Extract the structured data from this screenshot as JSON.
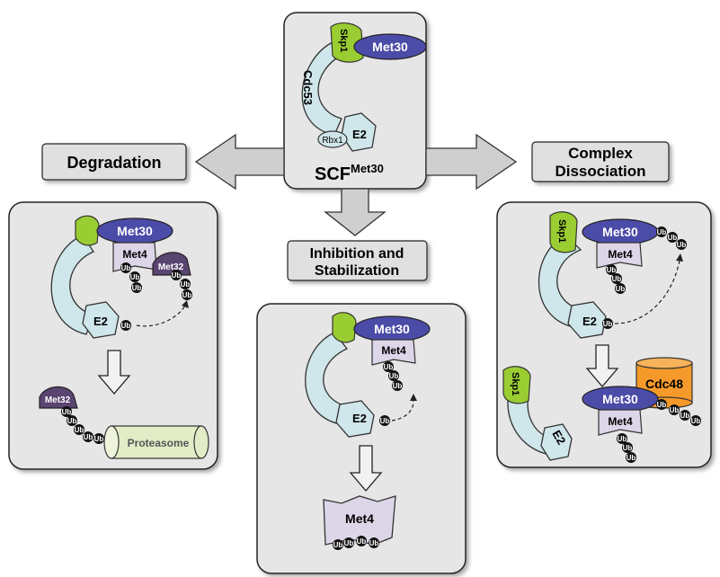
{
  "labels": {
    "degradation": "Degradation",
    "inhibition_line1": "Inhibition and",
    "inhibition_line2": "Stabilization",
    "complex_line1": "Complex",
    "complex_line2": "Dissociation",
    "scf_main": "SCF",
    "scf_sup": "Met30"
  },
  "proteins": {
    "skp1": "Skp1",
    "met30": "Met30",
    "cdc53": "Cdc53",
    "rbx1": "Rbx1",
    "e2": "E2",
    "met4": "Met4",
    "met32": "Met32",
    "proteasome": "Proteasome",
    "cdc48": "Cdc48",
    "ub": "Ub"
  },
  "colors": {
    "panel_fill": "#e6e6e6",
    "arrow_fill": "#cfcfcf",
    "met30": "#4b4ba8",
    "skp1": "#9acd32",
    "cullin": "#cfe6ea",
    "met4": "#ddd5e8",
    "met32": "#5a4470",
    "proteasome": "#e2ecc6",
    "cdc48": "#f59a2a",
    "ub": "#111111"
  }
}
